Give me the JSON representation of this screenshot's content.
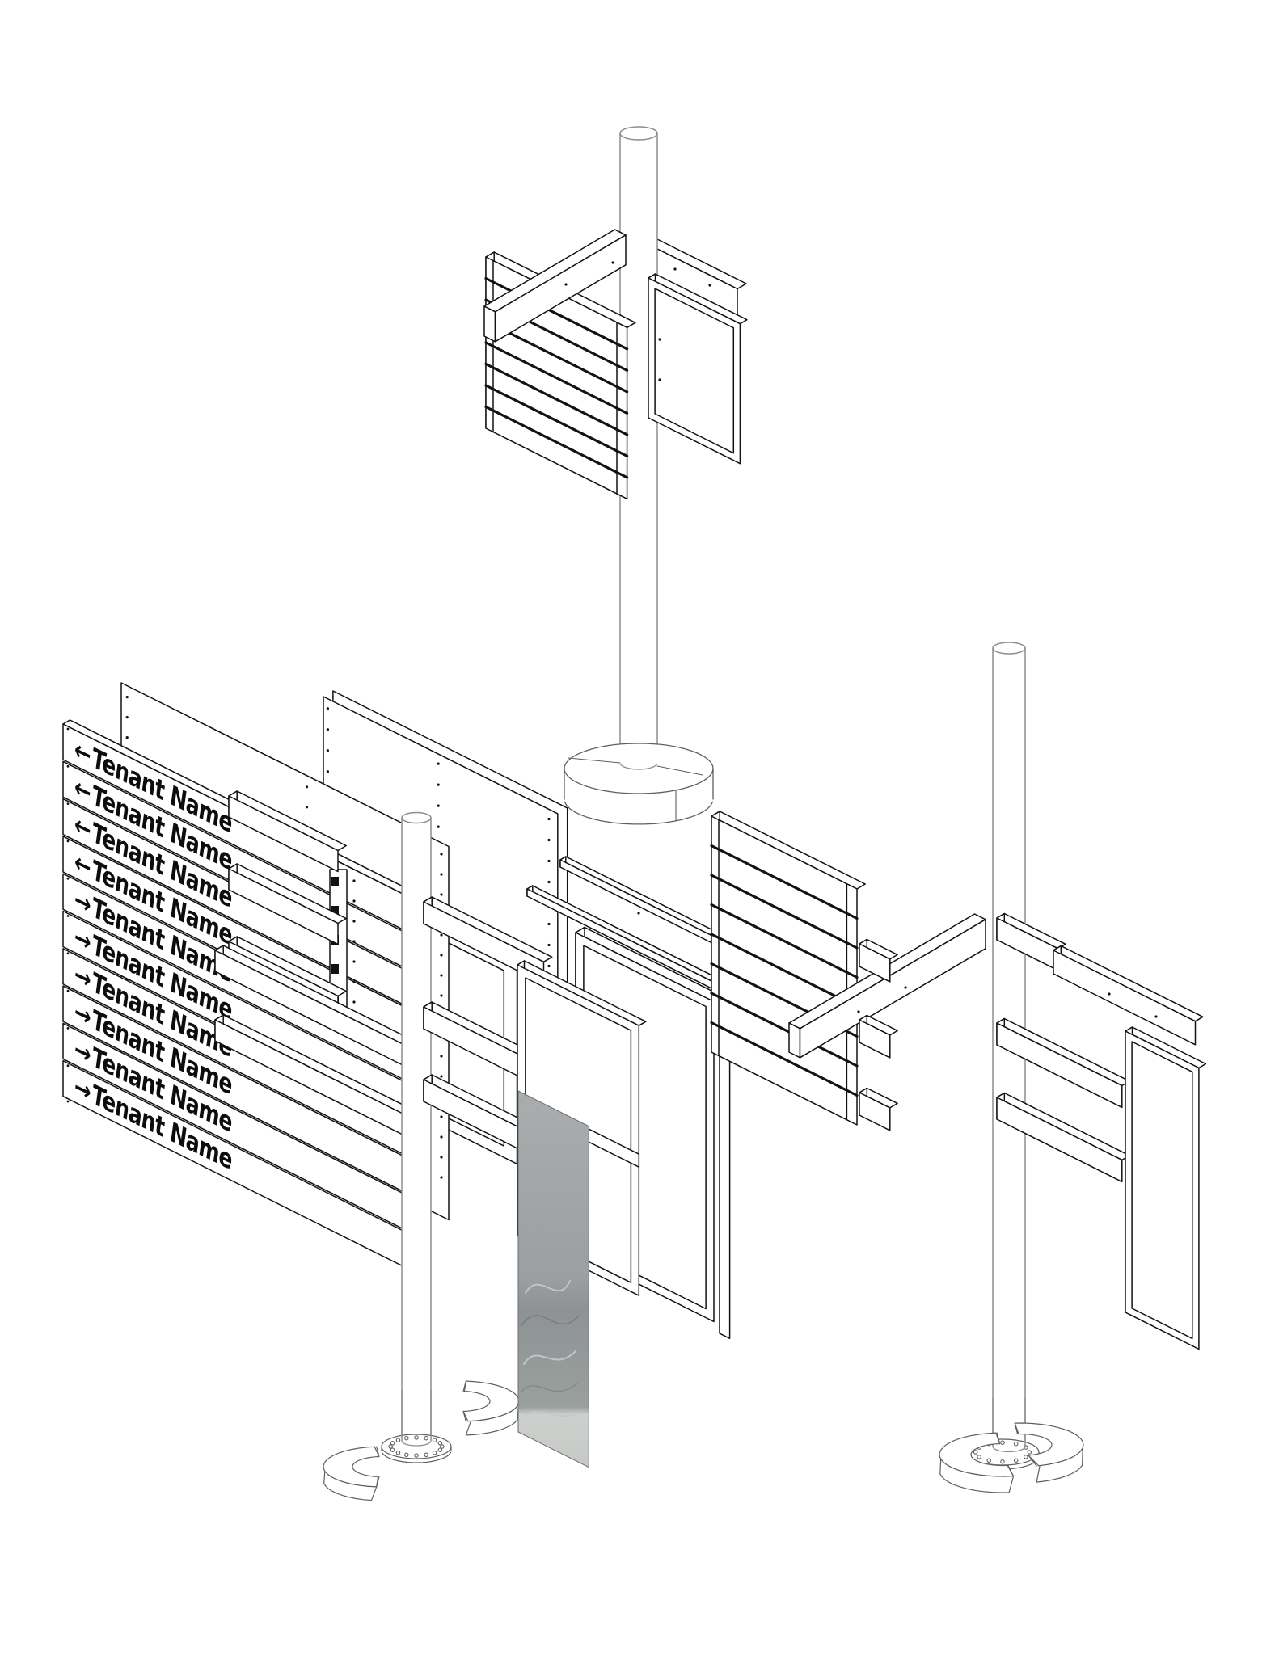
{
  "meta": {
    "title": "Exploded isometric pylon signage assembly diagram",
    "background": "#ffffff"
  },
  "style": {
    "line_color": "#121212",
    "pole_line_color": "#8d8d8d",
    "hardware_line_color": "#5f5f5f",
    "text_color": "#0d0d0d",
    "banner_top": "#a9adae",
    "banner_mid": "#8e9294",
    "banner_light": "#cdd0cd",
    "paper": "#ffffff"
  },
  "assemblies": [
    {
      "id": "pylon-blade-sign",
      "position": "top-center",
      "parts": [
        "pole",
        "round-base-drum",
        "cross-arm-front",
        "cross-arm-rear",
        "louver-slat-panel",
        "framed-display-panel"
      ]
    },
    {
      "id": "tenant-directory-sign-exploded",
      "position": "bottom-left",
      "parts": [
        "tenant-strip-panel",
        "perforated-backer-panel",
        "window-frame-grid",
        "tall-perforated-backer-panel",
        "clip-strip",
        "mounting-rails",
        "pole",
        "anchor-flange-bolted",
        "base-cover-half-lower",
        "base-cover-half-upper",
        "angle-brackets",
        "display-frame-outer",
        "display-frame-inner",
        "edge-trim-bar",
        "graphic-banner"
      ]
    },
    {
      "id": "trailblazer-sign-exploded",
      "position": "bottom-right",
      "parts": [
        "louver-slat-panel",
        "cross-arm",
        "rail-cleats",
        "pole",
        "mounting-rails",
        "punched-bracket",
        "framed-display-panel",
        "anchor-flange-bolted",
        "base-cover-ring-halves"
      ]
    }
  ],
  "directory_panel": {
    "strip_count": 10,
    "strips": [
      {
        "arrow": "←",
        "label": "Tenant Name"
      },
      {
        "arrow": "←",
        "label": "Tenant Name"
      },
      {
        "arrow": "←",
        "label": "Tenant Name"
      },
      {
        "arrow": "←",
        "label": "Tenant Name"
      },
      {
        "arrow": "→",
        "label": "Tenant Name"
      },
      {
        "arrow": "→",
        "label": "Tenant Name"
      },
      {
        "arrow": "→",
        "label": "Tenant Name"
      },
      {
        "arrow": "→",
        "label": "Tenant Name"
      },
      {
        "arrow": "→",
        "label": "Tenant Name"
      },
      {
        "arrow": "→",
        "label": "Tenant Name"
      }
    ]
  },
  "panel_details": {
    "slat_count_top_panel": 8,
    "slat_count_right_panel": 8,
    "flange_bolt_count": 16,
    "window_grid": "2x2"
  }
}
